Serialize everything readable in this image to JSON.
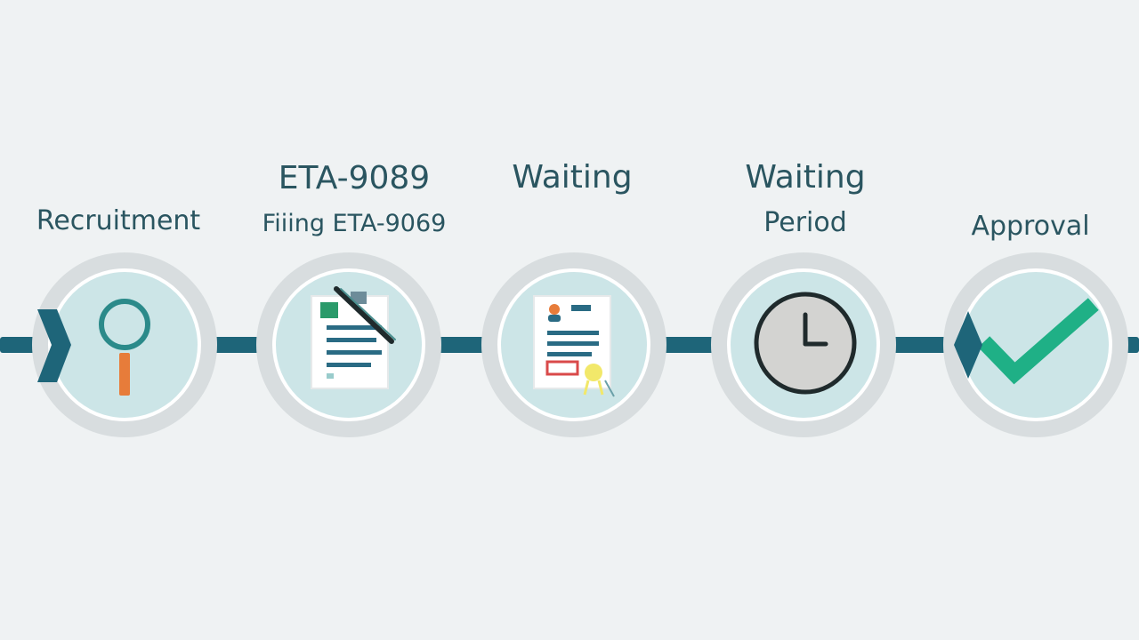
{
  "steps": [
    {
      "id": "recruitment",
      "label_lines": [
        "Recruitment"
      ],
      "icon": "magnifying-glass-icon"
    },
    {
      "id": "eta-9089",
      "label_lines": [
        "ETA-9089",
        "Fiiing ETA-9069"
      ],
      "icon": "document-with-pen-icon"
    },
    {
      "id": "waiting",
      "label_lines": [
        "Waiting"
      ],
      "icon": "certificate-document-icon"
    },
    {
      "id": "waiting-period",
      "label_lines": [
        "Waiting",
        "Period"
      ],
      "icon": "clock-icon"
    },
    {
      "id": "approval",
      "label_lines": [
        "Approval"
      ],
      "icon": "checkmark-icon"
    }
  ],
  "colors": {
    "background": "#eff2f3",
    "connector": "#1e6579",
    "node_ring": "#d8dddf",
    "node_inner_ring": "#ffffff",
    "node_fill": "#cce5e7",
    "label_text": "#2a5560",
    "magnifier_handle": "#e77c3a",
    "check": "#1fb086",
    "clock_face": "#d3d3d1",
    "clock_outline": "#1f2a2c"
  }
}
